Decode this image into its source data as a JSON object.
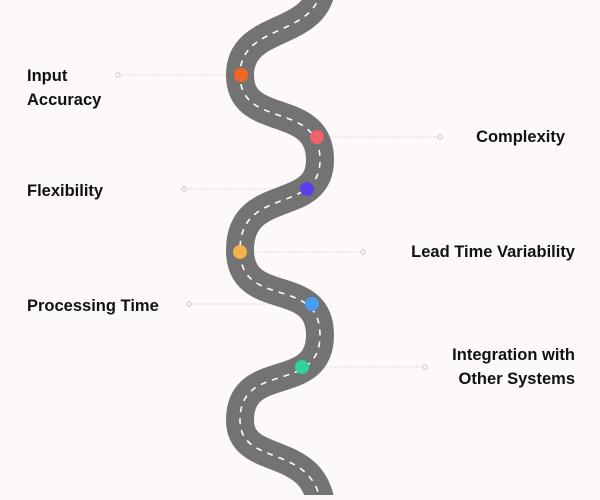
{
  "diagram": {
    "title": "",
    "road": {
      "surface_color": "#737373",
      "dash_color": "#ffffff"
    },
    "connector_color": "#d6d2d2",
    "milestones": [
      {
        "label": "Input Accuracy",
        "lines": [
          "Input",
          "Accuracy"
        ],
        "side": "left",
        "color": "#f26522"
      },
      {
        "label": "Complexity",
        "lines": [
          "Complexity"
        ],
        "side": "right",
        "color": "#f2616a"
      },
      {
        "label": "Flexibility",
        "lines": [
          "Flexibility"
        ],
        "side": "left",
        "color": "#5b3fe8"
      },
      {
        "label": "Lead Time Variability",
        "lines": [
          "Lead Time Variability"
        ],
        "side": "right",
        "color": "#f7b14a"
      },
      {
        "label": "Processing Time",
        "lines": [
          "Processing Time"
        ],
        "side": "left",
        "color": "#4a9cf5"
      },
      {
        "label": "Integration with Other Systems",
        "lines": [
          "Integration with",
          "Other Systems"
        ],
        "side": "right",
        "color": "#2fd39a"
      }
    ]
  }
}
